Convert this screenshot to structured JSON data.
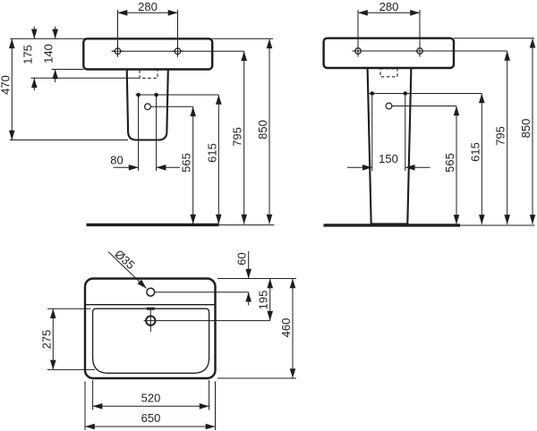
{
  "meta": {
    "description": "Technical dimension drawing of a rectangular washbasin shown in three views: front view with semi-pedestal, front view with full pedestal, and plan view",
    "line_color": "#1d1d1d",
    "background_color": "#ffffff"
  },
  "views": {
    "side_semi_pedestal": {
      "dims": {
        "hole_spacing": "280",
        "rim_to_basin_bottom": "140",
        "rim_to_outlet": "175",
        "rim_to_pedestal_bottom": "470",
        "bolt_spacing": "80",
        "outlet_height": "565",
        "bolt_height": "615",
        "hole_height": "795",
        "rim_height": "850"
      }
    },
    "side_full_pedestal": {
      "dims": {
        "hole_spacing": "280",
        "bolt_spacing": "150",
        "outlet_height": "565",
        "bolt_height": "615",
        "hole_height": "795",
        "rim_height": "850"
      }
    },
    "plan": {
      "dims": {
        "taphole_diameter": "Ø35",
        "rim_to_taphole": "60",
        "rim_to_drain": "195",
        "overall_depth": "460",
        "bowl_depth": "275",
        "bowl_width": "520",
        "overall_width": "650"
      }
    }
  }
}
